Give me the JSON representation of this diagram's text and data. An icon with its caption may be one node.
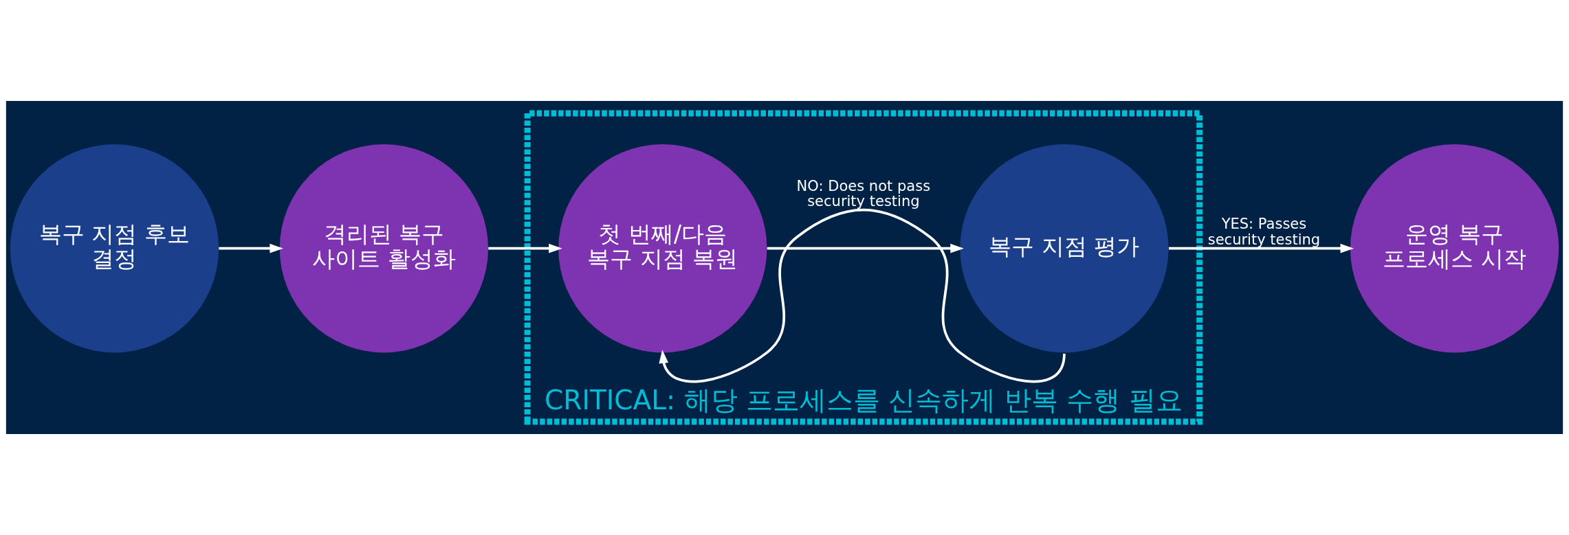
{
  "diagram": {
    "nodes": [
      {
        "text": [
          "복구 지점 후보 결정"
        ]
      },
      {
        "text": [
          "격리된 복구 사이트 활성화"
        ]
      },
      {
        "text": [
          "CRITICAL: 해당 프로세스를 신속하게 반복 수행 필요"
        ]
      },
      {
        "text": [
          "첫 번째/다음 복구 지점 복원"
        ],
        "in": 2
      },
      {
        "text": [
          "복구 지점 평가"
        ],
        "in": 2
      },
      {
        "text": [
          "운영 복구 프로세스 시작"
        ]
      }
    ],
    "edges": [
      {
        "from": 0,
        "to": 1,
        "arrow": "to"
      },
      {
        "from": 1,
        "to": 3,
        "arrow": "to"
      },
      {
        "from": 3,
        "to": 4,
        "arrow": "to"
      },
      {
        "from": 4,
        "to": 5,
        "arrow": "to",
        "label": "YES: Passes security testing"
      },
      {
        "from": 4,
        "to": 3,
        "arrow": "to",
        "label": "NO: Does not pass security testing"
      }
    ]
  }
}
